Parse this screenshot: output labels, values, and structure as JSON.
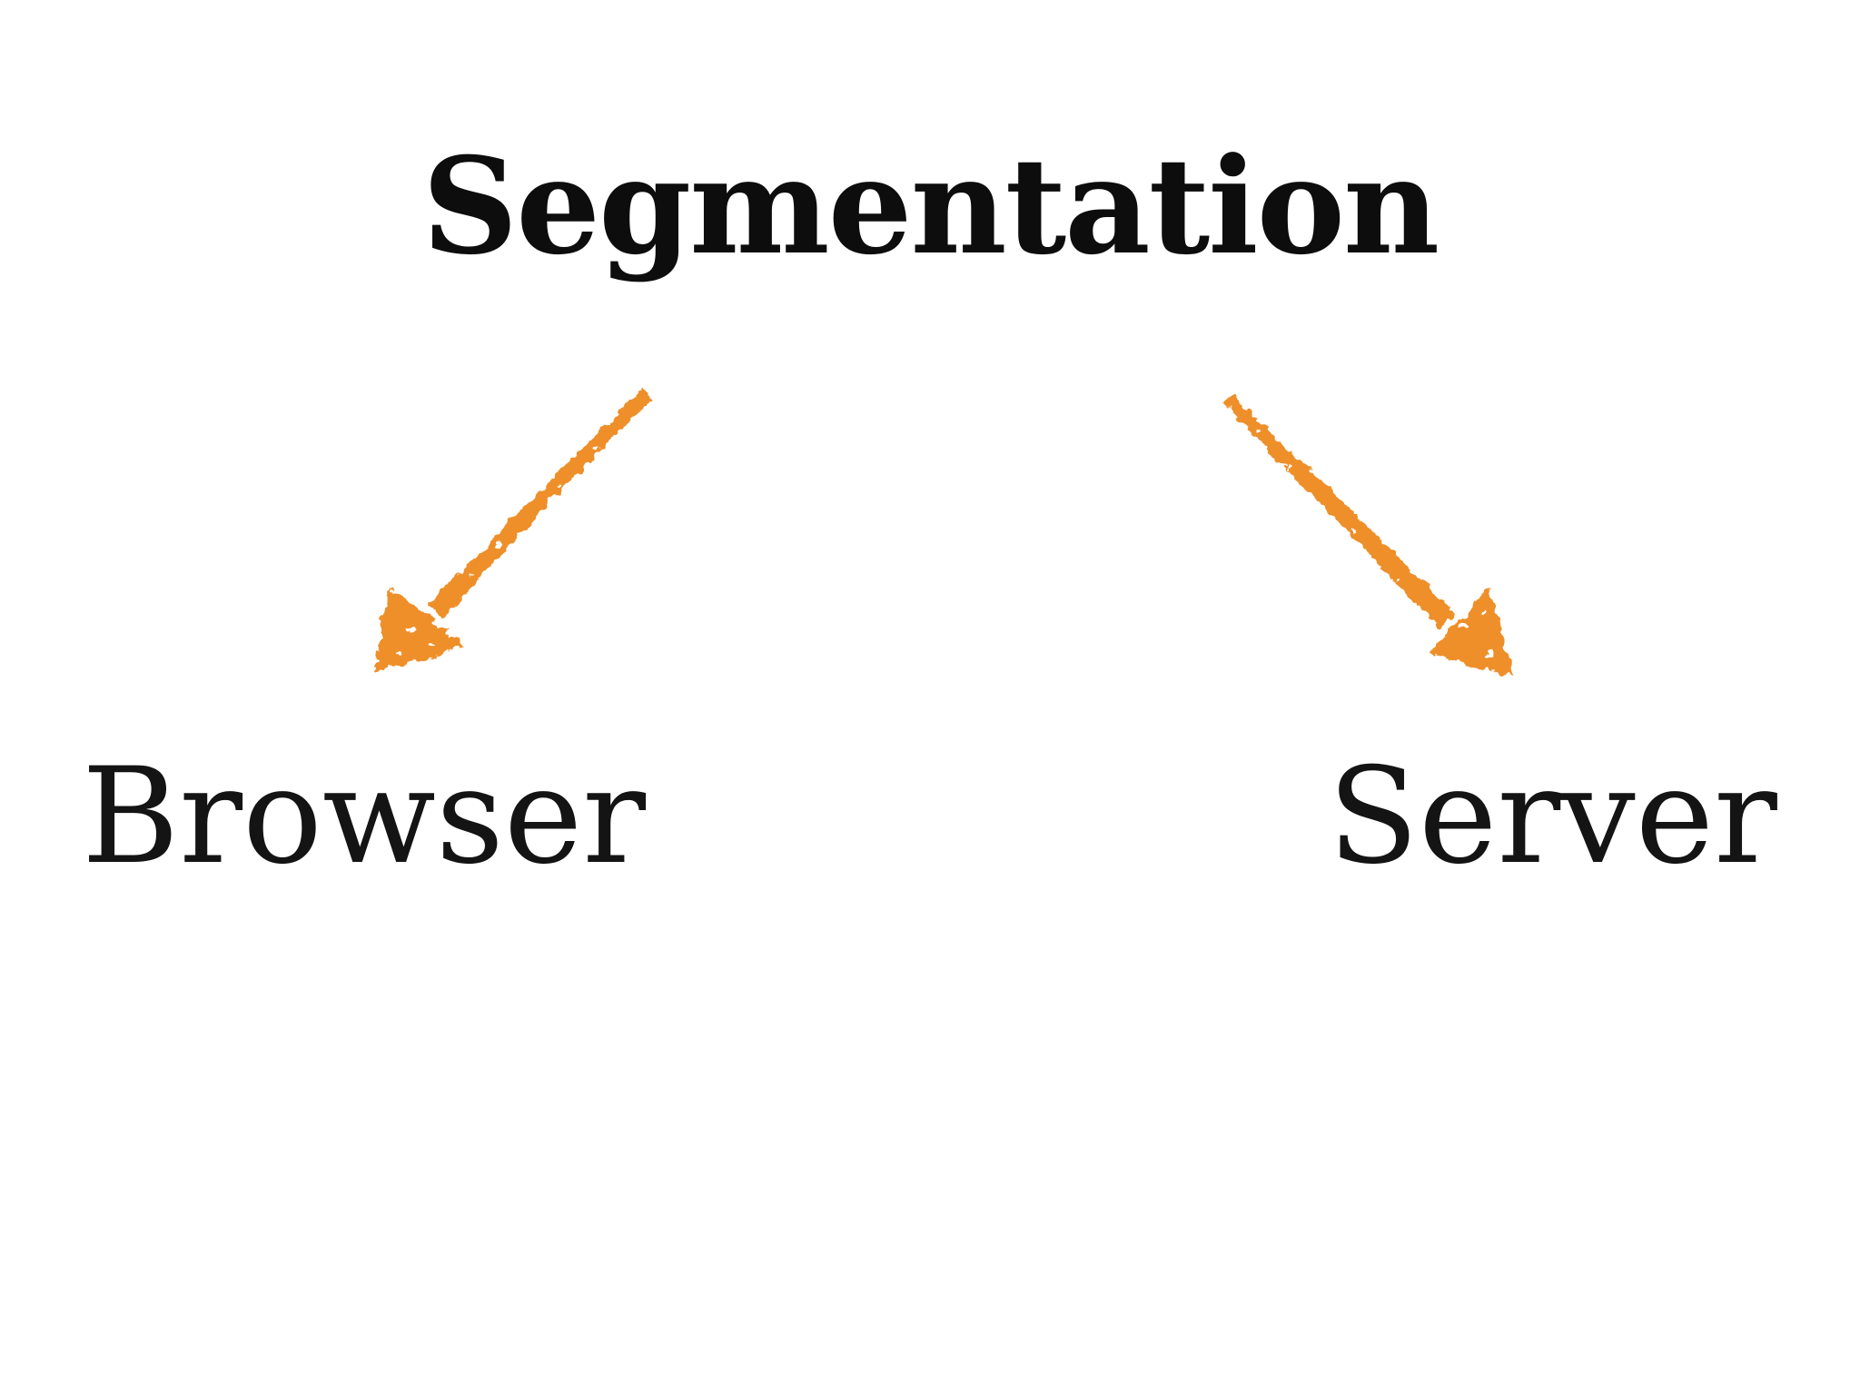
{
  "slide": {
    "title": "Segmentation",
    "branches": [
      {
        "label": "Browser",
        "arrow_icon": "arrow-down-left-icon"
      },
      {
        "label": "Server",
        "arrow_icon": "arrow-down-right-icon"
      }
    ],
    "colors": {
      "background": "#FFFFFF",
      "text": "#111111",
      "arrow": "#EE8F2A"
    }
  }
}
